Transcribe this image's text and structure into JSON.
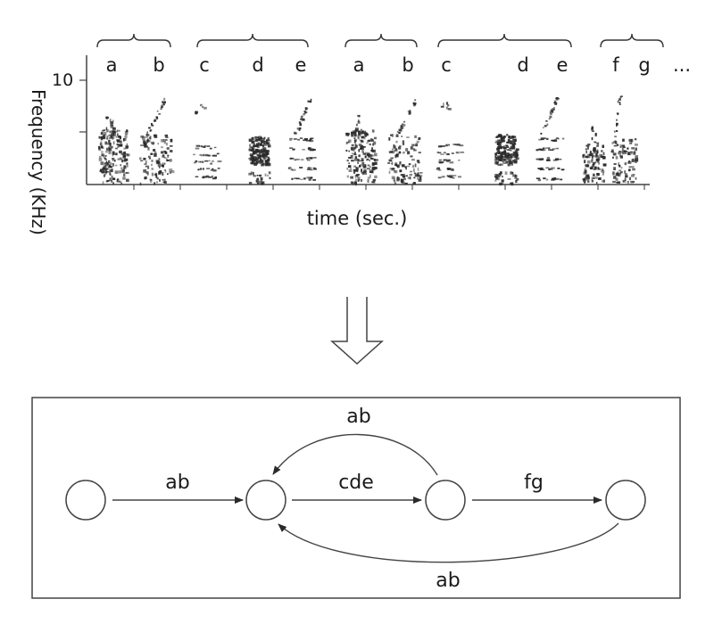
{
  "spectrogram": {
    "ylabel": "Frequency (KHz)",
    "xlabel": "time (sec.)",
    "ytick": "10",
    "ellipsis": "...",
    "syllables": [
      {
        "letter": "a"
      },
      {
        "letter": "b"
      },
      {
        "letter": "c"
      },
      {
        "letter": "d"
      },
      {
        "letter": "e"
      },
      {
        "letter": "a"
      },
      {
        "letter": "b"
      },
      {
        "letter": "c"
      },
      {
        "letter": "d"
      },
      {
        "letter": "e"
      },
      {
        "letter": "f"
      },
      {
        "letter": "g"
      }
    ]
  },
  "automaton": {
    "edges": [
      {
        "id": "e1",
        "label": "ab"
      },
      {
        "id": "e2",
        "label": "cde"
      },
      {
        "id": "e3",
        "label": "fg"
      },
      {
        "id": "e4",
        "label": "ab"
      },
      {
        "id": "e5",
        "label": "ab"
      }
    ]
  },
  "colors": {
    "ink": "#1a1a1a",
    "line": "#555555",
    "spec": "#2a2a2a"
  }
}
